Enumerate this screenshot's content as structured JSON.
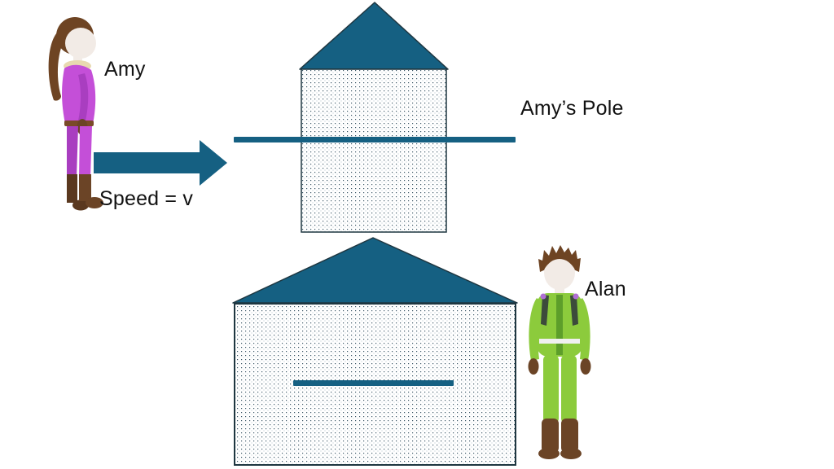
{
  "diagram": {
    "title_hint": "pole-and-barn relativity diagram",
    "labels": {
      "amy": "Amy",
      "speed": "Speed = v",
      "pole": "Amy’s Pole",
      "alan": "Alan"
    },
    "colors": {
      "background": "#ffffff",
      "teal": "#156082",
      "outline": "#1e3640",
      "text": "#121212",
      "dot_dark": "#3a5666",
      "dot_light": "#c9d2d8",
      "skin": "#f2ebe6",
      "hair_brown": "#6e4423",
      "boot_brown": "#6b4426",
      "boot_dark": "#5a381f",
      "amy_suit": "#c44fd8",
      "amy_suit_dark": "#a93ec0",
      "amy_collar": "#e8d9b0",
      "amy_belt": "#7a4a28",
      "hair_tie_purple": "#7a5bb5",
      "alan_suit": "#8ccb3c",
      "alan_suit_dark": "#5d9e2a",
      "strap_dark": "#3c4b3b",
      "belt_white": "#f0f0f0",
      "accent_purple": "#b06fd4"
    }
  }
}
